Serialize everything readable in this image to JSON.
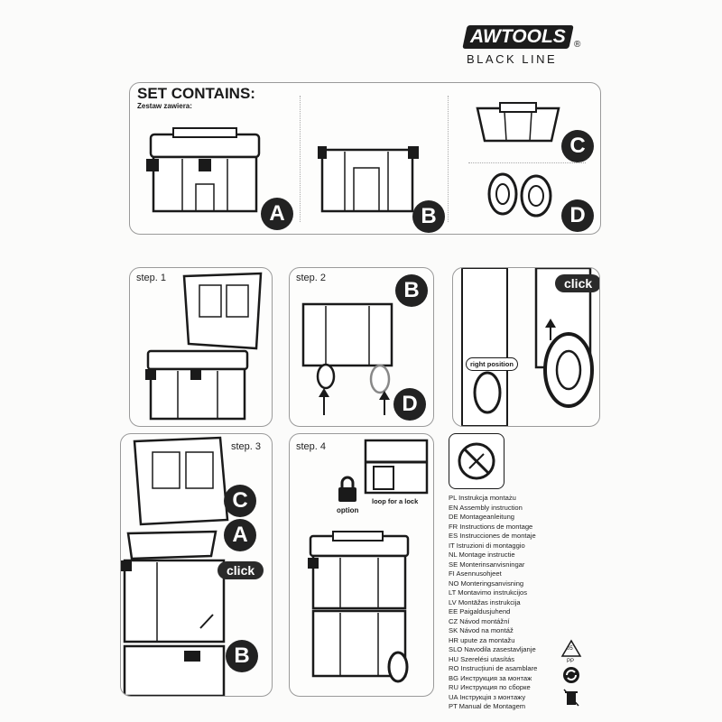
{
  "brand": {
    "logo_text": "AWTOOLS",
    "registered": "®",
    "subtitle": "BLACK LINE"
  },
  "set_contains": {
    "title": "SET CONTAINS:",
    "subtitle": "Zestaw zawiera:"
  },
  "parts": {
    "a": "A",
    "b": "B",
    "c": "C",
    "d": "D"
  },
  "steps": {
    "step1": "step. 1",
    "step2": "step. 2",
    "step3": "step. 3",
    "step4": "step. 4"
  },
  "labels": {
    "click": "click",
    "right_position": "right position",
    "option": "option",
    "loop_for_lock": "loop for a lock"
  },
  "instructions": [
    "PL Instrukcja montażu",
    "EN Assembly instruction",
    "DE Montageanleitung",
    "FR Instructions de montage",
    "ES Instrucciones de montaje",
    "IT Istruzioni di montaggio",
    "NL Montage instructie",
    "SE Monterinsanvisningar",
    "FI Asennusohjeet",
    "NO Monteringsanvisning",
    "LT Montavimo instrukcijos",
    "LV Montāžas instrukcija",
    "EE Paigaldusjuhend",
    "CZ Návod montážní",
    "SK Návod na montáž",
    "HR upute za montažu",
    "SLO Navodila zasestavljanje",
    "HU Szerelési utasítás",
    "RO Instrucțiuni de asamblare",
    "BG Инструкция за монтаж",
    "RU Инструкция по сборке",
    "UA Інструкція з монтажу",
    "PT Manual de Montagem"
  ],
  "recycle": {
    "code": "05",
    "material": "PP"
  }
}
